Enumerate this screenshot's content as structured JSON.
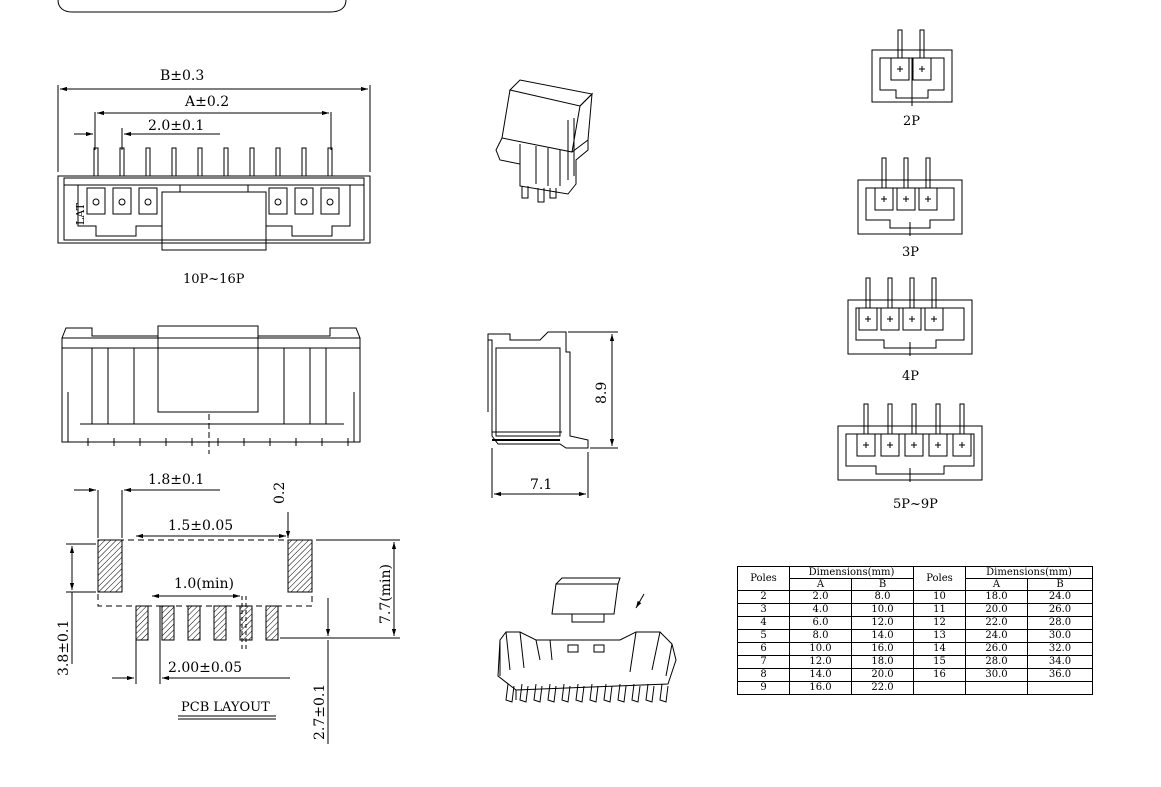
{
  "front_view": {
    "dim_b": "B±0.3",
    "dim_a": "A±0.2",
    "pitch": "2.0±0.1",
    "caption": "10P~16P"
  },
  "side_view": {
    "height": "8.9",
    "depth": "7.1"
  },
  "pcb_layout": {
    "pad_width": "1.8±0.1",
    "pad_width_small": "1.5±0.05",
    "gap": "0.2",
    "min_spacing": "1.0(min)",
    "total_height": "7.7(min)",
    "offset": "3.8±0.1",
    "pitch": "2.00±0.05",
    "lower_offset": "2.7±0.1",
    "caption": "PCB LAYOUT"
  },
  "variants": {
    "p2": "2P",
    "p3": "3P",
    "p4": "4P",
    "p5": "5P~9P"
  },
  "table": {
    "headers": {
      "poles": "Poles",
      "dimensions": "Dimensions(mm)",
      "a": "A",
      "b": "B"
    },
    "left_rows": [
      {
        "poles": "2",
        "a": "2.0",
        "b": "8.0"
      },
      {
        "poles": "3",
        "a": "4.0",
        "b": "10.0"
      },
      {
        "poles": "4",
        "a": "6.0",
        "b": "12.0"
      },
      {
        "poles": "5",
        "a": "8.0",
        "b": "14.0"
      },
      {
        "poles": "6",
        "a": "10.0",
        "b": "16.0"
      },
      {
        "poles": "7",
        "a": "12.0",
        "b": "18.0"
      },
      {
        "poles": "8",
        "a": "14.0",
        "b": "20.0"
      },
      {
        "poles": "9",
        "a": "16.0",
        "b": "22.0"
      }
    ],
    "right_rows": [
      {
        "poles": "10",
        "a": "18.0",
        "b": "24.0"
      },
      {
        "poles": "11",
        "a": "20.0",
        "b": "26.0"
      },
      {
        "poles": "12",
        "a": "22.0",
        "b": "28.0"
      },
      {
        "poles": "13",
        "a": "24.0",
        "b": "30.0"
      },
      {
        "poles": "14",
        "a": "26.0",
        "b": "32.0"
      },
      {
        "poles": "15",
        "a": "28.0",
        "b": "34.0"
      },
      {
        "poles": "16",
        "a": "30.0",
        "b": "36.0"
      },
      {
        "poles": "",
        "a": "",
        "b": ""
      }
    ]
  }
}
